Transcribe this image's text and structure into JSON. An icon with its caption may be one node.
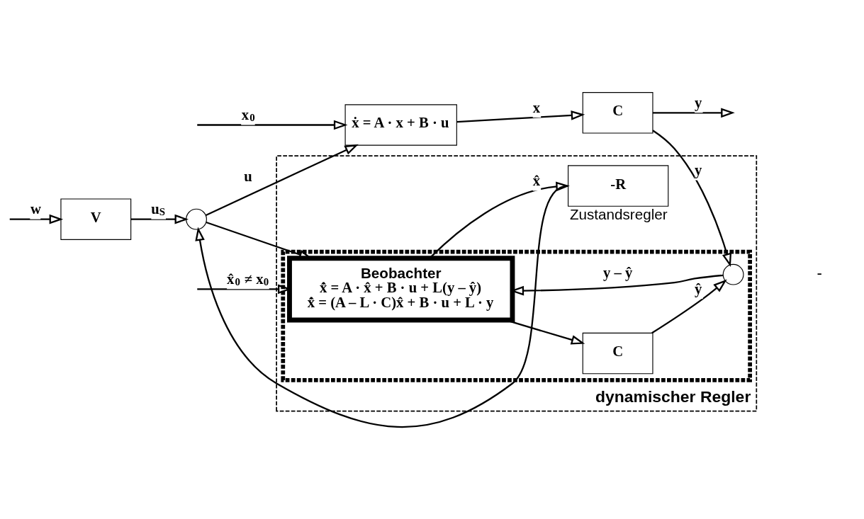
{
  "diagram": {
    "nodes": [
      {
        "text": [
          "V"
        ]
      },
      {
        "text": [],
        "shape": "circle"
      },
      {
        "text": [
          "ẋ = A · x + B · u"
        ]
      },
      {
        "text": [
          "C"
        ]
      },
      {
        "text": [
          "dynamischer Regler"
        ]
      },
      {
        "text": [],
        "shape": "box",
        "in": 4
      },
      {
        "text": [
          "Beobachter",
          "x̂̇ = A · x̂ + B · u + L(y – ŷ)",
          "x̂̇ = (A – L · C)x̂ + B · u + L · y"
        ],
        "in": 5
      },
      {
        "text": [
          "-R"
        ],
        "beside": [
          "Zustandsregler"
        ],
        "in": 4
      },
      {
        "text": [
          "C"
        ],
        "in": 5
      },
      {
        "text": [],
        "shape": "circle",
        "in": 5
      }
    ],
    "edges": [
      {
        "from": null,
        "to": 0,
        "arrow": "to",
        "label": "w"
      },
      {
        "from": 0,
        "to": 1,
        "arrow": "to",
        "label": "u$_{S}$"
      },
      {
        "from": 1,
        "to": 2,
        "arrow": "to",
        "label": "u"
      },
      {
        "from": null,
        "to": 2,
        "arrow": "to",
        "label": "x$_{0}$"
      },
      {
        "from": 2,
        "to": 3,
        "arrow": "to",
        "label": "x"
      },
      {
        "from": 3,
        "to": null,
        "arrow": "to",
        "label": "y"
      },
      {
        "from": 1,
        "to": 6,
        "arrow": "to"
      },
      {
        "from": 3,
        "to": 9,
        "arrow": "to",
        "label": "y"
      },
      {
        "from": null,
        "to": 6,
        "arrow": "to",
        "label": "x̂$_{0}$ ≠ x$_{0}$"
      },
      {
        "from": 9,
        "to": 6,
        "arrow": "to",
        "label": "y – ŷ"
      },
      {
        "from": 6,
        "to": 7,
        "arrow": "to",
        "label": "x̂"
      },
      {
        "from": 6,
        "to": 8,
        "arrow": "to"
      },
      {
        "from": 8,
        "to": 9,
        "arrow": "to",
        "label": "ŷ"
      },
      {
        "from": 7,
        "to": 1,
        "arrow": "to"
      }
    ],
    "labels": [
      "-"
    ]
  }
}
